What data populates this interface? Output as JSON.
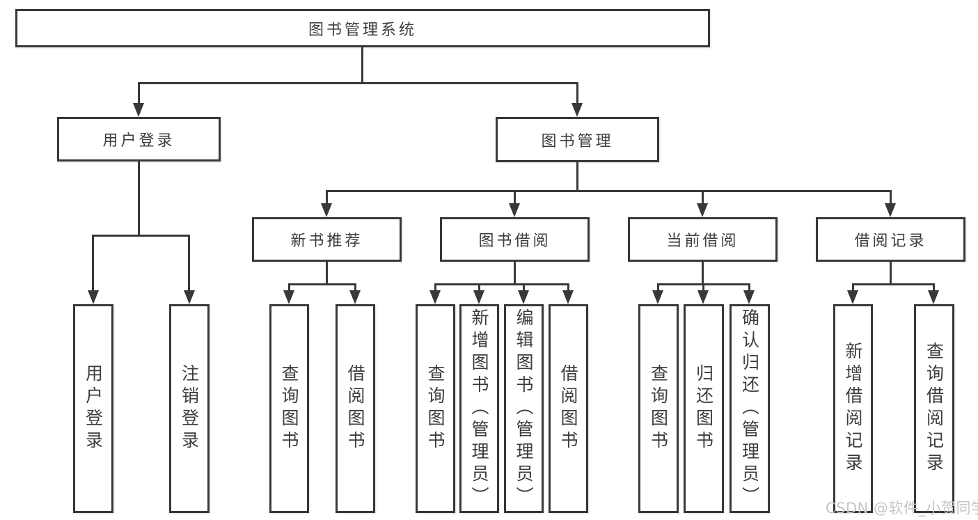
{
  "diagram": {
    "root": {
      "label": "图书管理系统"
    },
    "level2": {
      "user_login": "用户登录",
      "book_management": "图书管理"
    },
    "level3": {
      "new_books": "新书推荐",
      "borrow": "图书借阅",
      "current": "当前借阅",
      "records": "借阅记录"
    },
    "leaves": {
      "user_login": [
        "用户登录",
        "注销登录"
      ],
      "new_books": [
        "查询图书",
        "借阅图书"
      ],
      "borrow": [
        "查询图书",
        "新增图书（管理员）",
        "编辑图书（管理员）",
        "借阅图书"
      ],
      "current": [
        "查询图书",
        "归还图书",
        "确认归还（管理员）"
      ],
      "records": [
        "新增借阅记录",
        "查询借阅记录"
      ]
    }
  },
  "watermark": {
    "text": "CSDN @软件_小贺同学"
  },
  "colors": {
    "line": "#383838",
    "text": "#3d3d3d",
    "watermark": "#c6c6c6",
    "background": "#ffffff"
  }
}
